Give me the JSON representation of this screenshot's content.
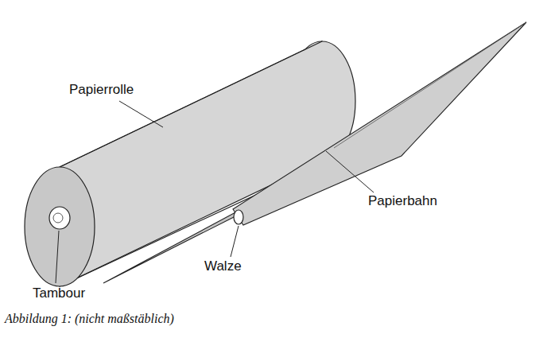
{
  "diagram": {
    "caption": "Abbildung 1: (nicht maßstäblich)",
    "labels": [
      "Papierrolle",
      "Tambour",
      "Walze",
      "Papierbahn"
    ]
  }
}
